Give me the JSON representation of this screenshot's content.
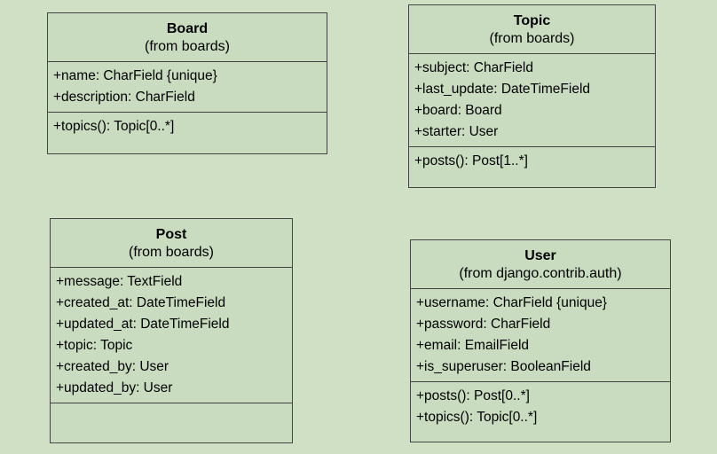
{
  "classes": {
    "board": {
      "name": "Board",
      "package": "(from boards)",
      "attributes": [
        "+name: CharField {unique}",
        "+description: CharField"
      ],
      "operations": [
        "+topics(): Topic[0..*]"
      ]
    },
    "topic": {
      "name": "Topic",
      "package": "(from boards)",
      "attributes": [
        "+subject: CharField",
        "+last_update: DateTimeField",
        "+board: Board",
        "+starter: User"
      ],
      "operations": [
        "+posts(): Post[1..*]"
      ]
    },
    "post": {
      "name": "Post",
      "package": "(from boards)",
      "attributes": [
        "+message: TextField",
        "+created_at: DateTimeField",
        "+updated_at: DateTimeField",
        "+topic: Topic",
        "+created_by: User",
        "+updated_by: User"
      ],
      "operations": []
    },
    "user": {
      "name": "User",
      "package": "(from django.contrib.auth)",
      "attributes": [
        "+username: CharField {unique}",
        "+password: CharField",
        "+email: EmailField",
        "+is_superuser: BooleanField"
      ],
      "operations": [
        "+posts(): Post[0..*]",
        "+topics(): Topic[0..*]"
      ]
    }
  },
  "colors": {
    "background": "#cfe0c4",
    "box_fill": "#c9dcc0",
    "border": "#444444"
  }
}
